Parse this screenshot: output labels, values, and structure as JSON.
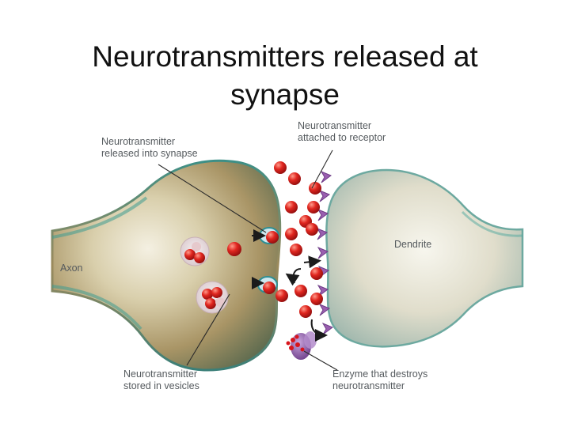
{
  "slide": {
    "title": "Neurotransmitters released at synapse"
  },
  "diagram": {
    "labels": {
      "released_line1": "Neurotransmitter",
      "released_line2": "released into synapse",
      "attached_line1": "Neurotransmitter",
      "attached_line2": "attached to receptor",
      "axon": "Axon",
      "dendrite": "Dendrite",
      "stored_line1": "Neurotransmitter",
      "stored_line2": "stored in vesicles",
      "enzyme_line1": "Enzyme that destroys",
      "enzyme_line2": "neurotransmitter"
    },
    "colors": {
      "neurotransmitter": "#d8141b",
      "receptor": "#9a5fb0",
      "enzyme": "#8d5aa8",
      "membrane_teal": "#2fa39a",
      "axon_body": "#b9a77d",
      "dendrite_body": "#d8d5c4"
    }
  }
}
